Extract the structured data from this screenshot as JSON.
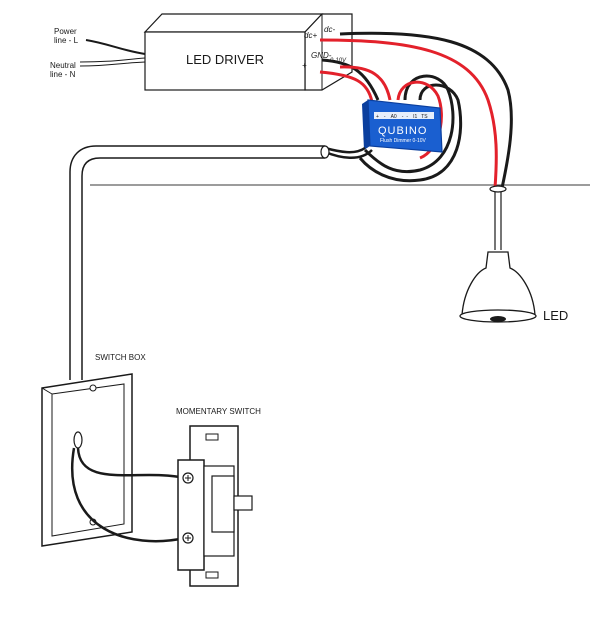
{
  "labels": {
    "power_line_l": [
      "Power",
      "line - L"
    ],
    "neutral_line_n": [
      "Neutral",
      "line - N"
    ],
    "led_driver": "LED DRIVER",
    "driver_dc_plus": "dc+",
    "driver_dc_minus": "dc-",
    "driver_gnd": "GND-",
    "driver_0_10v": "0-10V",
    "driver_plus": "+",
    "led": "LED",
    "switch_box": "SWITCH BOX",
    "momentary_switch": "MOMENTARY SWITCH"
  },
  "module": {
    "brand": "QUBINO",
    "model": "Flush Dimmer 0-10V",
    "terminals": [
      "+",
      "-",
      "A0",
      "-",
      "-",
      "I1",
      "TS"
    ]
  },
  "colors": {
    "wire_red": "#e3212b",
    "wire_black": "#1a1a1a",
    "module_blue": "#1a5fd0",
    "module_blue_dark": "#0b3f9e",
    "line_grey": "#3a3a3a"
  }
}
